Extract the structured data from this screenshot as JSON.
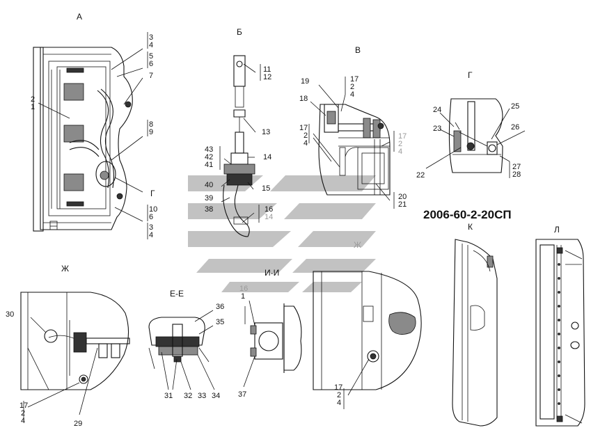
{
  "document": {
    "code": "2006-60-2-20СП"
  },
  "views": [
    {
      "id": "a",
      "letter": "А"
    },
    {
      "id": "b",
      "letter": "Б"
    },
    {
      "id": "v",
      "letter": "В"
    },
    {
      "id": "g",
      "letter": "Г"
    },
    {
      "id": "zh",
      "letter": "Ж"
    },
    {
      "id": "ee",
      "letter": "Е-Е"
    },
    {
      "id": "ii",
      "letter": "И-И"
    },
    {
      "id": "k",
      "letter": "К"
    },
    {
      "id": "l",
      "letter": "Л"
    }
  ],
  "callouts": [
    {
      "text": "3"
    },
    {
      "text": "4"
    },
    {
      "text": "5"
    },
    {
      "text": "6"
    },
    {
      "text": "7"
    },
    {
      "text": "2"
    },
    {
      "text": "1"
    },
    {
      "text": "8"
    },
    {
      "text": "9"
    },
    {
      "text": "Г"
    },
    {
      "text": "10"
    },
    {
      "text": "6"
    },
    {
      "text": "3"
    },
    {
      "text": "4"
    },
    {
      "text": "11"
    },
    {
      "text": "12"
    },
    {
      "text": "13"
    },
    {
      "text": "43"
    },
    {
      "text": "42"
    },
    {
      "text": "41"
    },
    {
      "text": "14"
    },
    {
      "text": "40"
    },
    {
      "text": "39"
    },
    {
      "text": "15"
    },
    {
      "text": "38"
    },
    {
      "text": "16"
    },
    {
      "text": "14"
    },
    {
      "text": "19"
    },
    {
      "text": "17"
    },
    {
      "text": "2"
    },
    {
      "text": "4"
    },
    {
      "text": "18"
    },
    {
      "text": "17"
    },
    {
      "text": "2"
    },
    {
      "text": "4"
    },
    {
      "text": "17"
    },
    {
      "text": "2"
    },
    {
      "text": "4"
    },
    {
      "text": "20"
    },
    {
      "text": "21"
    },
    {
      "text": "24"
    },
    {
      "text": "25"
    },
    {
      "text": "23"
    },
    {
      "text": "26"
    },
    {
      "text": "22"
    },
    {
      "text": "27"
    },
    {
      "text": "28"
    },
    {
      "text": "30"
    },
    {
      "text": "17"
    },
    {
      "text": "2"
    },
    {
      "text": "4"
    },
    {
      "text": "29"
    },
    {
      "text": "36"
    },
    {
      "text": "35"
    },
    {
      "text": "31"
    },
    {
      "text": "32"
    },
    {
      "text": "33"
    },
    {
      "text": "34"
    },
    {
      "text": "16"
    },
    {
      "text": "1"
    },
    {
      "text": "37"
    },
    {
      "text": "Ж"
    },
    {
      "text": "17"
    },
    {
      "text": "2"
    },
    {
      "text": "4"
    }
  ]
}
